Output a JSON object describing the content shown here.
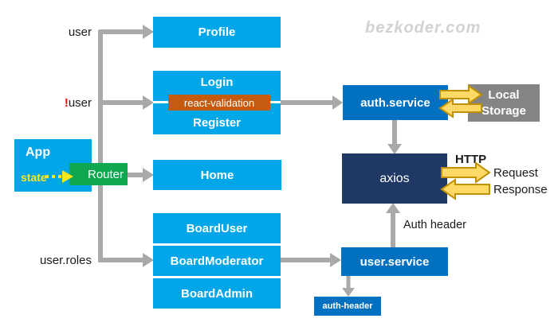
{
  "watermark": "bezkoder.com",
  "app": {
    "label": "App",
    "state": "state"
  },
  "router": {
    "label": "Router"
  },
  "components": {
    "profile": "Profile",
    "login": "Login",
    "validation": "react-validation",
    "register": "Register",
    "home": "Home",
    "board_user": "BoardUser",
    "board_moderator": "BoardModerator",
    "board_admin": "BoardAdmin"
  },
  "services": {
    "auth_service": "auth.service",
    "local_storage": "Local Storage",
    "axios": "axios",
    "user_service": "user.service",
    "auth_header": "auth-header"
  },
  "labels": {
    "user": "user",
    "not": "!",
    "not_user": "user",
    "user_roles": "user.roles",
    "http": "HTTP",
    "request": "Request",
    "response": "Response",
    "auth_header": "Auth header"
  },
  "colors": {
    "cyan_box": "#00A6E8",
    "blue_box": "#0070C0",
    "navy_box": "#1F3864",
    "green_box": "#0FA750",
    "orange_box": "#C55A11",
    "gray_box": "#848484",
    "connector_gray": "#A9A9A9",
    "block_arrow_fill": "#FFD966",
    "block_arrow_stroke": "#BF9000",
    "state_yellow": "#FFE81C",
    "bang_red": "#FF0000"
  }
}
